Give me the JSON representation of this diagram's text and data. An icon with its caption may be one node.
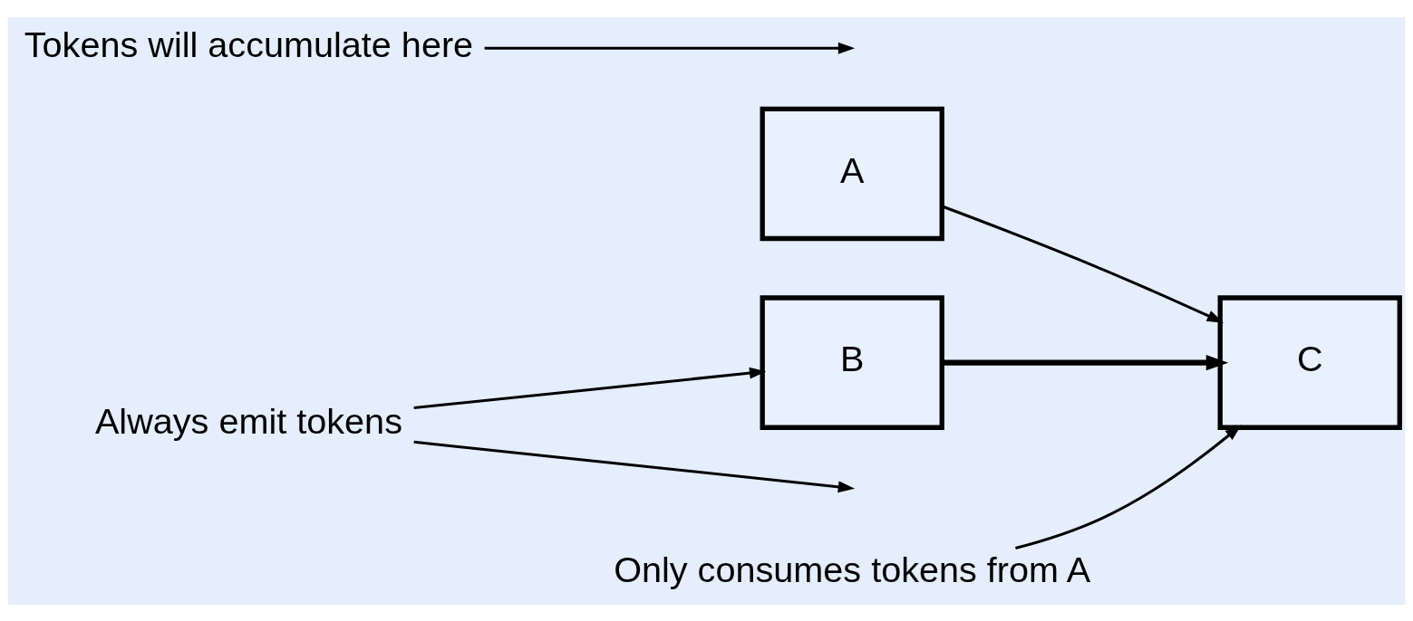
{
  "diagram": {
    "nodes": [
      {
        "text": [
          "A"
        ]
      },
      {
        "text": [
          "C"
        ]
      },
      {
        "text": [
          "B"
        ]
      },
      {
        "text": [
          "Only consumes tokens from A"
        ]
      },
      {
        "text": [
          "Tokens will accumulate here"
        ]
      },
      {
        "text": [
          "Always emit tokens"
        ]
      }
    ],
    "edges": [
      {
        "from": 0,
        "to": 1,
        "arrow": "to"
      },
      {
        "from": 2,
        "to": 1,
        "arrow": "to",
        "style": "thick"
      },
      {
        "from": 3,
        "to": 1,
        "arrow": "to"
      },
      {
        "from": 4,
        "to": null,
        "arrow": "to"
      },
      {
        "from": 5,
        "to": null,
        "arrow": "to"
      },
      {
        "from": 5,
        "to": 2,
        "arrow": "to"
      }
    ]
  }
}
